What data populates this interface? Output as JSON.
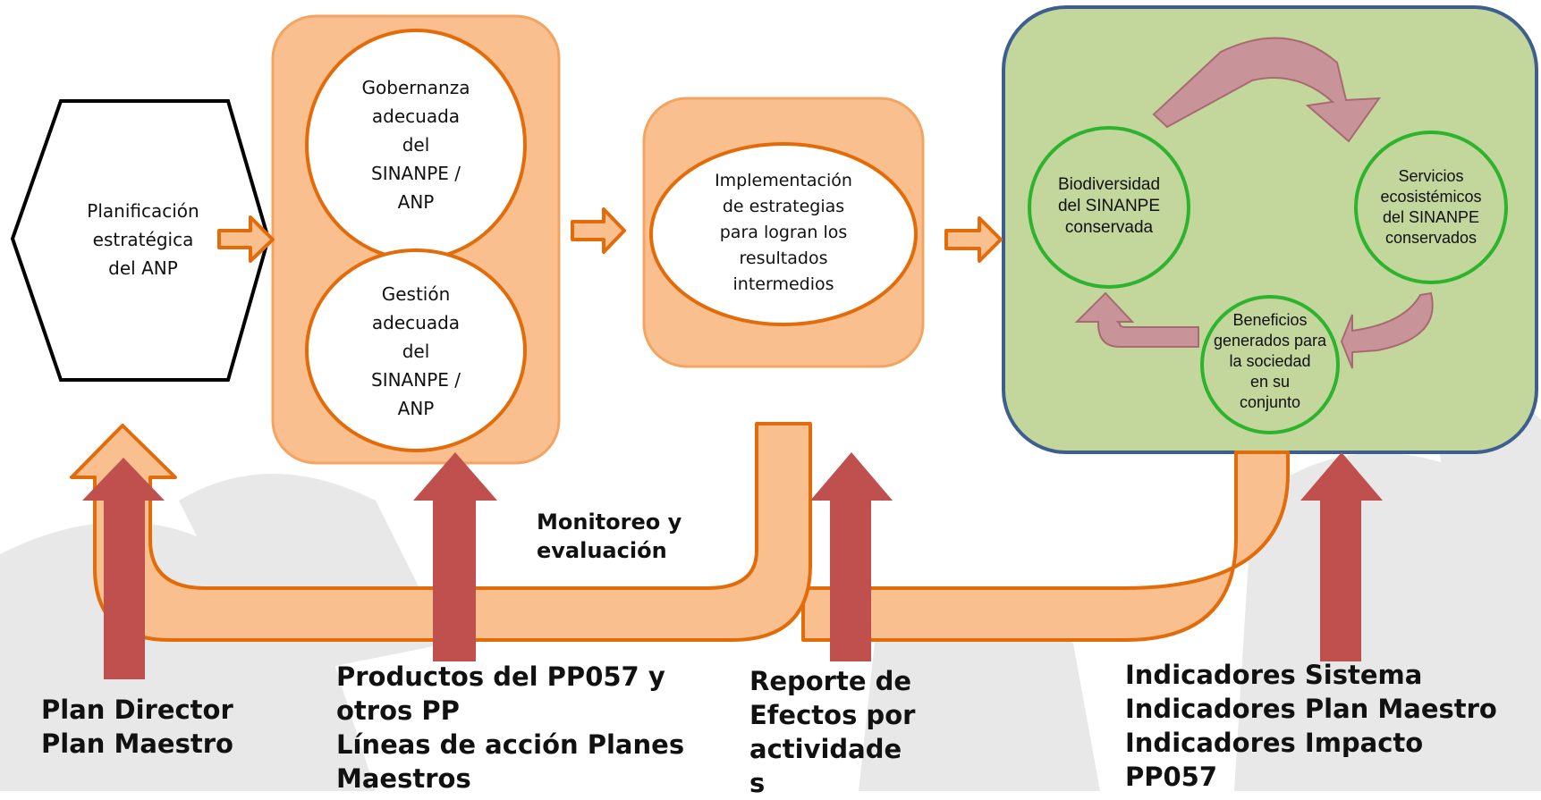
{
  "nodes": {
    "planificacion": "Planificación\nestratégica\ndel ANP",
    "gobernanza": "Gobernanza\nadecuada\ndel\nSINANPE /\nANP",
    "gestion": "Gestión\nadecuada\ndel\nSINANPE /\nANP",
    "implementacion": "Implementación\nde estrategias\npara logran los\nresultados\nintermedios",
    "biodiversidad": "Biodiversidad\ndel SINANPE\nconservada",
    "servicios": "Servicios\necosistémicos\ndel SINANPE\nconservados",
    "beneficios": "Beneficios\ngenerados  para\nla sociedad\nen su\nconjunto"
  },
  "labels": {
    "monitoreo": "Monitoreo y\nevaluación",
    "plan": "Plan Director\nPlan Maestro",
    "productos": "Productos del PP057 y\notros PP\nLíneas de acción Planes\nMaestros",
    "reporte": "Reporte de\nEfectos por\nactividade\ns",
    "indicadores": "Indicadores Sistema\nIndicadores Plan Maestro\nIndicadores Impacto\nPP057"
  },
  "colors": {
    "orange_fill": "#f9bf8f",
    "orange_stroke": "#e36c0a",
    "red_arrow": "#c0504d",
    "green_panel": "#c3d69b",
    "green_panel_stroke": "#3c5f8f",
    "green_circle": "#2db32d",
    "pink_arrow": "#c9939a"
  }
}
